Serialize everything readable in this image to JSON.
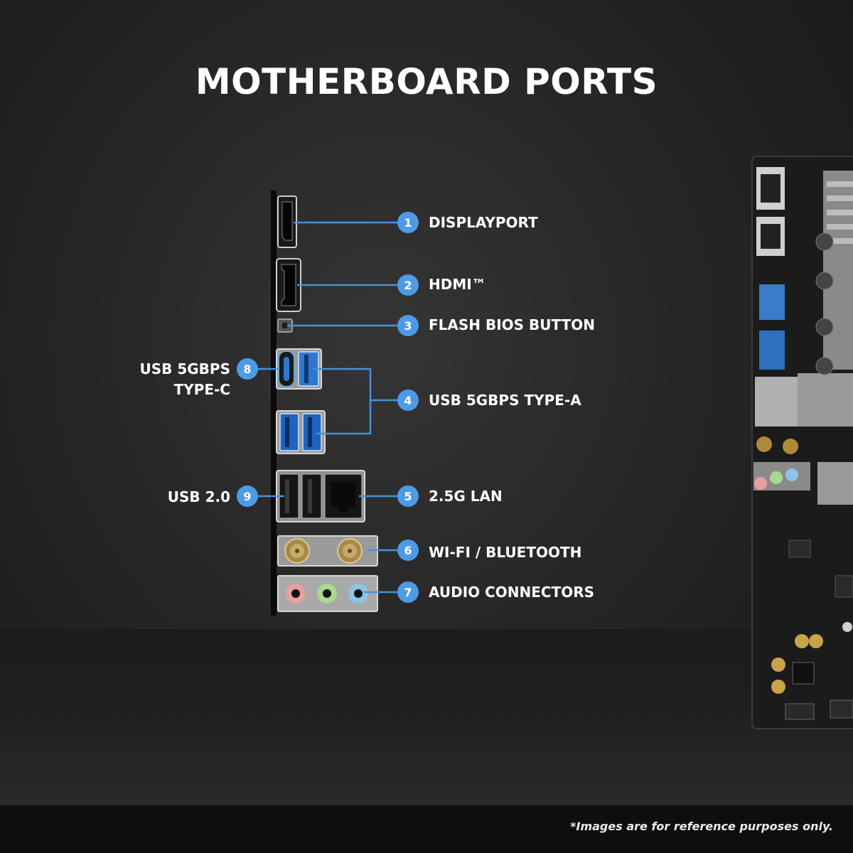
{
  "title": "MOTHERBOARD PORTS",
  "disclaimer": "*Images are for reference purposes only.",
  "ports": [
    {
      "number": "1",
      "label": "DISPLAYPORT"
    },
    {
      "number": "2",
      "label": "HDMI™"
    },
    {
      "number": "3",
      "label": "FLASH BIOS BUTTON"
    },
    {
      "number": "4",
      "label": "USB 5GBPS TYPE-A"
    },
    {
      "number": "5",
      "label": "2.5G LAN"
    },
    {
      "number": "6",
      "label": "WI-FI / BLUETOOTH"
    },
    {
      "number": "7",
      "label": "AUDIO CONNECTORS"
    },
    {
      "number": "8",
      "label_line1": "USB 5GBPS",
      "label_line2": "TYPE-C"
    },
    {
      "number": "9",
      "label": "USB 2.0"
    }
  ],
  "colors": {
    "badge": "#4d9be6",
    "leader_line": "#4a90d8",
    "usb3_blue": "#2f78d0",
    "audio_pink": "#e6a0a0",
    "audio_green": "#a8d890",
    "audio_blue": "#8cc4e6"
  }
}
